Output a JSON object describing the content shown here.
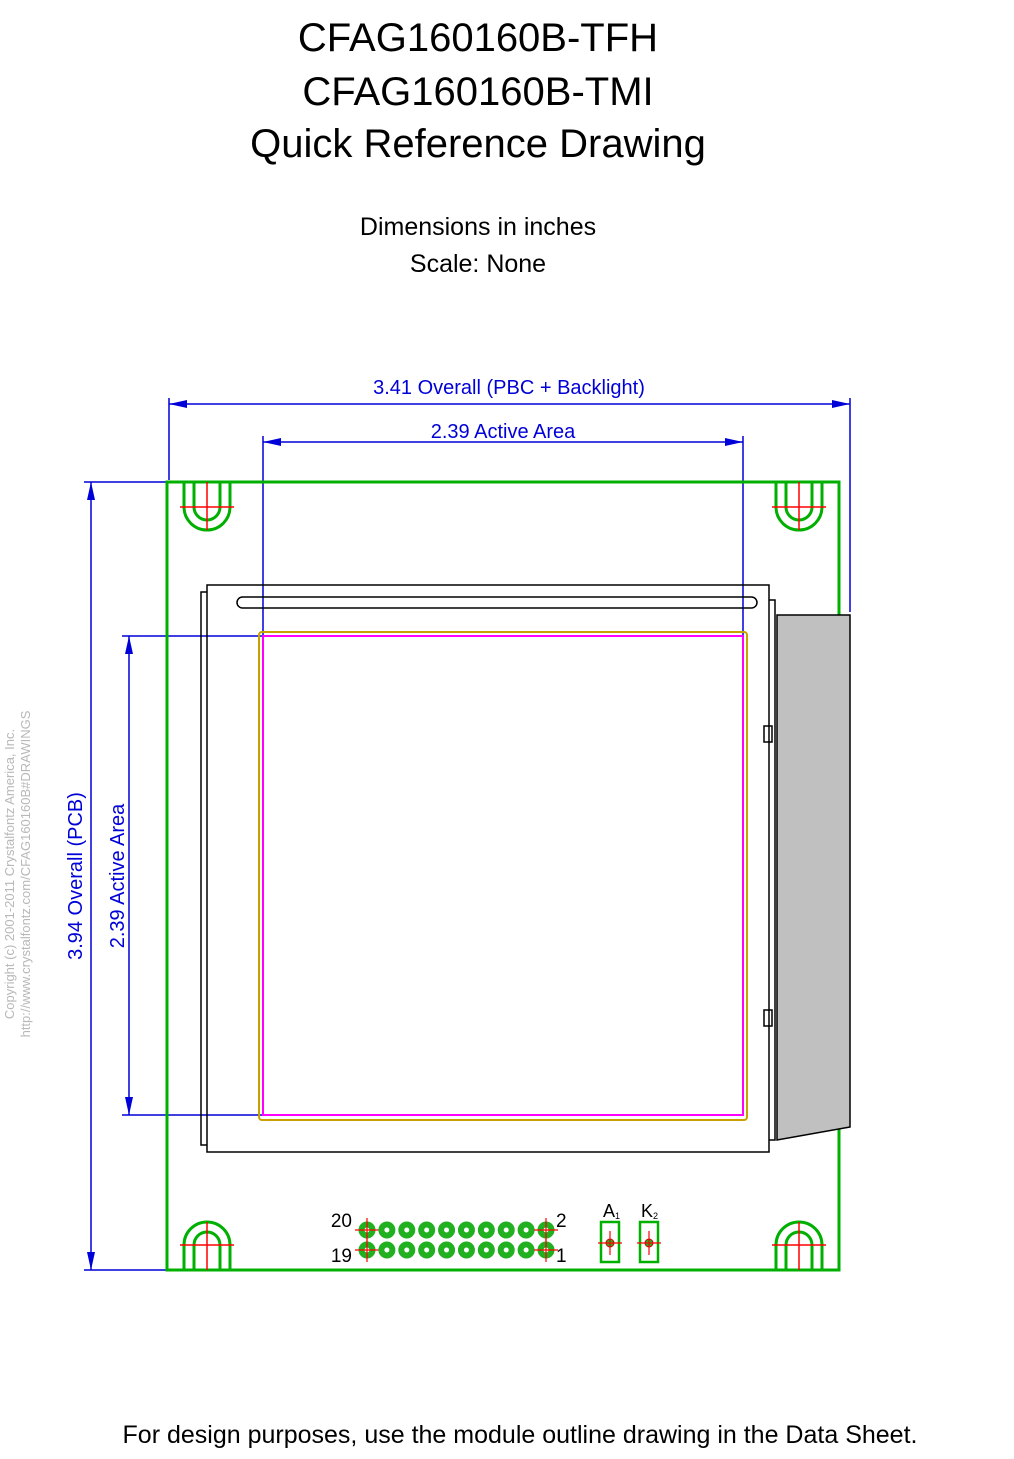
{
  "header": {
    "title_line1": "CFAG160160B-TFH",
    "title_line2": "CFAG160160B-TMI",
    "title_line3": "Quick Reference Drawing"
  },
  "notes": {
    "dimensions": "Dimensions in inches",
    "scale": "Scale: None"
  },
  "dimensions": {
    "overall_width": "3.41 Overall (PBC + Backlight)",
    "active_width": "2.39 Active Area",
    "overall_height": "3.94 Overall (PCB)",
    "active_height": "2.39 Active Area"
  },
  "pins": {
    "top_left": "20",
    "top_right": "2",
    "bottom_left": "19",
    "bottom_right": "1",
    "anode": "A",
    "anode_sub": "1",
    "cathode": "K",
    "cathode_sub": "2",
    "pin_count_per_row": 10
  },
  "copyright": {
    "line1": "Copyright (c) 2001-2011 Crystalfontz America, Inc.",
    "line2": "http://www.crystalfontz.com/CFAG160160B#DRAWINGS"
  },
  "footer": {
    "note": "For design purposes, use the module outline drawing in the Data Sheet."
  },
  "colors": {
    "pcb_outline": "#00b000",
    "dimension": "#0000d8",
    "active_area": "#ff00ff",
    "viewing_area": "#c8a000",
    "backlight_fill": "#c0c0c0",
    "crosshair": "#ff0000",
    "pin_fill": "#20b020"
  }
}
